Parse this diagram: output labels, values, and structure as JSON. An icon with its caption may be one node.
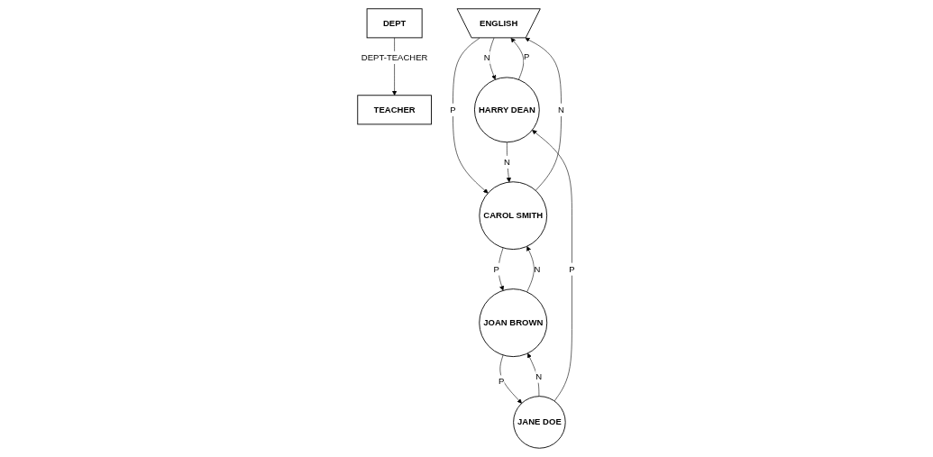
{
  "diagram": {
    "nodes": [
      {
        "text": [
          "DEPT"
        ]
      },
      {
        "text": [
          "TEACHER"
        ]
      },
      {
        "text": [
          "ENGLISH"
        ]
      },
      {
        "text": [
          "HARRY DEAN"
        ]
      },
      {
        "text": [
          "CAROL SMITH"
        ]
      },
      {
        "text": [
          "JANE DOE"
        ]
      },
      {
        "text": [
          "JOAN BROWN"
        ]
      }
    ],
    "edges": [
      {
        "from": 0,
        "to": 1,
        "arrow": "to",
        "label": "DEPT-TEACHER"
      },
      {
        "from": 2,
        "to": 3,
        "arrow": "to",
        "label": "N"
      },
      {
        "from": 3,
        "to": 2,
        "arrow": "to",
        "label": "P"
      },
      {
        "from": 2,
        "to": 4,
        "arrow": "to",
        "label": "P"
      },
      {
        "from": 4,
        "to": 2,
        "arrow": "to",
        "label": "N"
      },
      {
        "from": 3,
        "to": 4,
        "arrow": "to",
        "label": "N"
      },
      {
        "from": 4,
        "to": 6,
        "arrow": "to",
        "label": "P"
      },
      {
        "from": 6,
        "to": 4,
        "arrow": "to",
        "label": "N"
      },
      {
        "from": 6,
        "to": 5,
        "arrow": "to",
        "label": "P"
      },
      {
        "from": 5,
        "to": 6,
        "arrow": "to",
        "label": "N"
      },
      {
        "from": 5,
        "to": 3,
        "arrow": "to",
        "label": "P"
      }
    ]
  }
}
